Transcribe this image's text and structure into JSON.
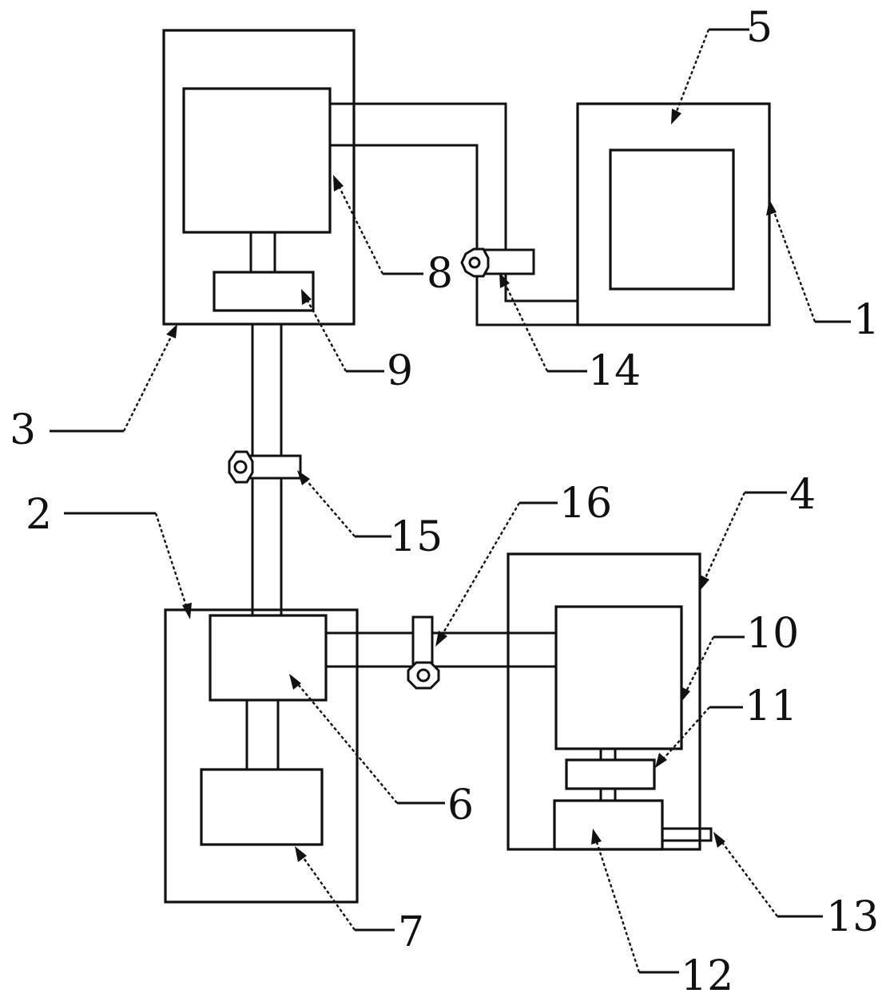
{
  "labels": {
    "n1": "1",
    "n2": "2",
    "n3": "3",
    "n4": "4",
    "n5": "5",
    "n6": "6",
    "n7": "7",
    "n8": "8",
    "n9": "9",
    "n10": "10",
    "n11": "11",
    "n12": "12",
    "n13": "13",
    "n14": "14",
    "n15": "15",
    "n16": "16"
  },
  "colors": {
    "line": "#111111",
    "background": "#ffffff"
  }
}
